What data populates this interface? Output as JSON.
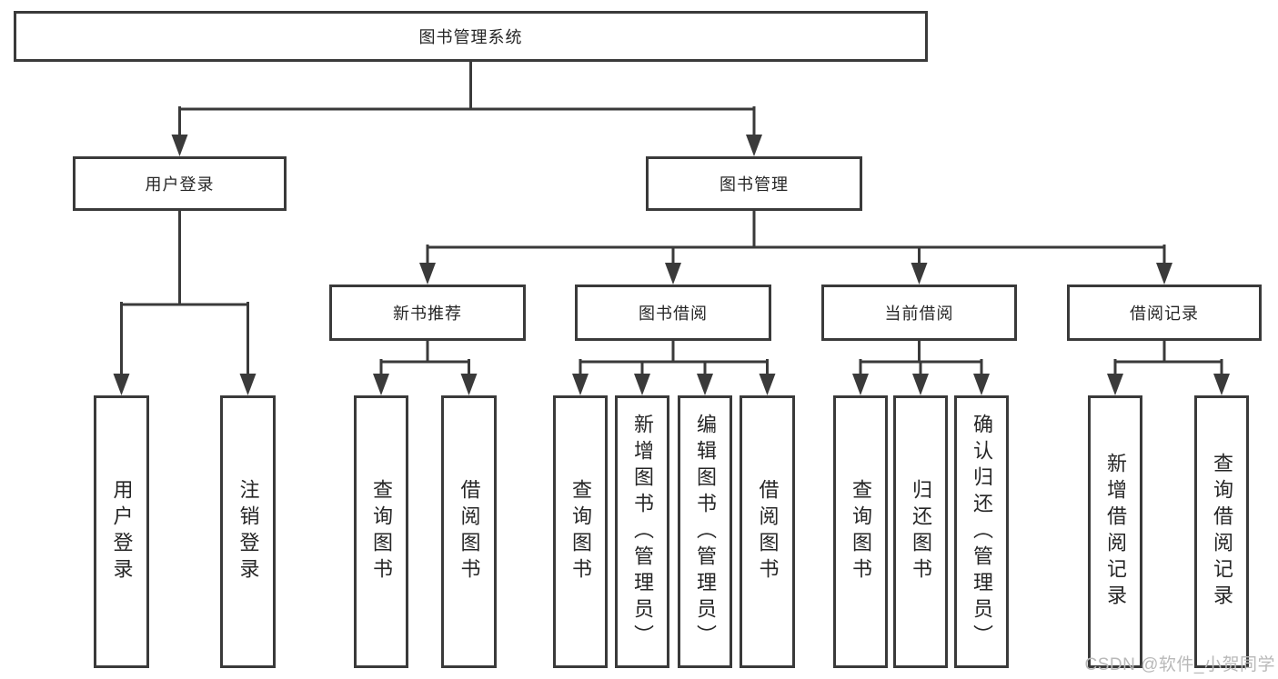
{
  "nodes": {
    "root": "图书管理系统",
    "level2": {
      "user_login": "用户登录",
      "book_mgmt": "图书管理"
    },
    "level3": {
      "new_book_rec": "新书推荐",
      "book_borrow": "图书借阅",
      "current_borrow": "当前借阅",
      "borrow_records": "借阅记录"
    },
    "leaves": {
      "user_login": "用户登录",
      "logout": "注销登录",
      "nbr_query_books": "查询图书",
      "nbr_borrow_books": "借阅图书",
      "bb_query_books": "查询图书",
      "bb_add_books_admin": "新增图书（管理员）",
      "bb_edit_books_admin": "编辑图书（管理员）",
      "bb_borrow_books": "借阅图书",
      "cb_query_books": "查询图书",
      "cb_return_books": "归还图书",
      "cb_confirm_return_admin": "确认归还（管理员）",
      "br_add_record": "新增借阅记录",
      "br_query_record": "查询借阅记录"
    }
  },
  "watermark": "CSDN @软件_小贺同学",
  "colors": {
    "line": "#3a3a3a",
    "box_border": "#3a3a3a",
    "text": "#262626",
    "watermark": "#b9b9b9",
    "background": "#ffffff"
  }
}
